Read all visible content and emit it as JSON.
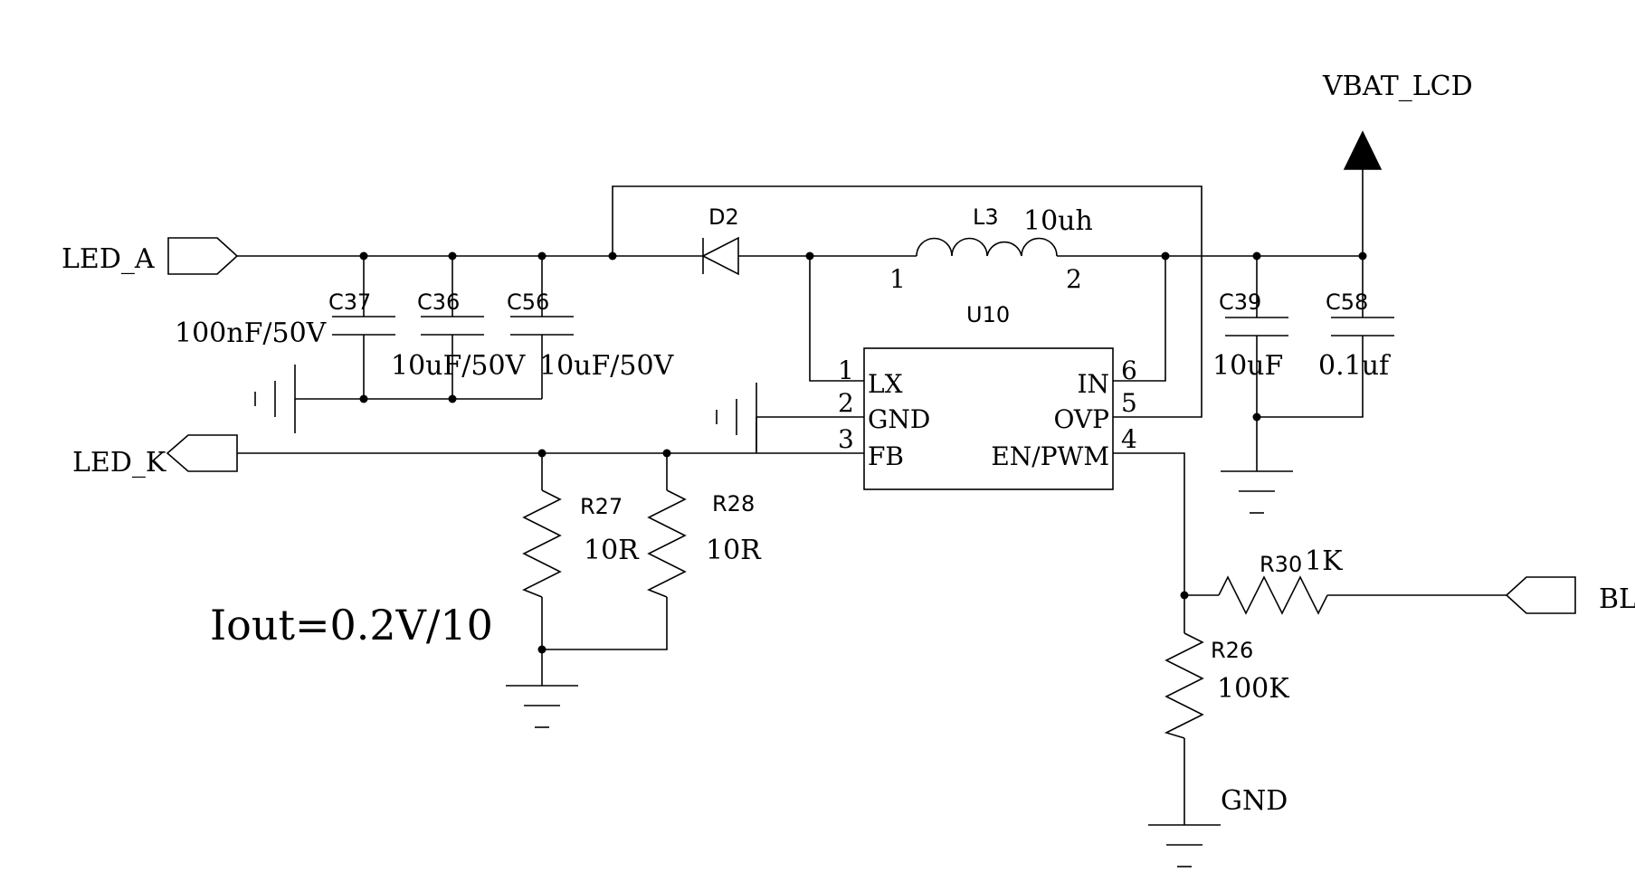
{
  "nets": {
    "led_a": "LED_A",
    "led_k": "LED_K",
    "vbat_lcd": "VBAT_LCD",
    "bl": "BL",
    "gnd": "GND"
  },
  "components": {
    "c37": {
      "ref": "C37",
      "value": "100nF/50V"
    },
    "c36": {
      "ref": "C36",
      "value": "10uF/50V"
    },
    "c56": {
      "ref": "C56",
      "value": "10uF/50V"
    },
    "d2": {
      "ref": "D2"
    },
    "l3": {
      "ref": "L3",
      "value": "10uh",
      "pin1": "1",
      "pin2": "2"
    },
    "c39": {
      "ref": "C39",
      "value": "10uF"
    },
    "c58": {
      "ref": "C58",
      "value": "0.1uf"
    },
    "u10": {
      "ref": "U10",
      "pins": {
        "lx": {
          "num": "1",
          "name": "LX"
        },
        "gnd": {
          "num": "2",
          "name": "GND"
        },
        "fb": {
          "num": "3",
          "name": "FB"
        },
        "en_pwm": {
          "num": "4",
          "name": "EN/PWM"
        },
        "ovp": {
          "num": "5",
          "name": "OVP"
        },
        "in": {
          "num": "6",
          "name": "IN"
        }
      }
    },
    "r27": {
      "ref": "R27",
      "value": "10R"
    },
    "r28": {
      "ref": "R28",
      "value": "10R"
    },
    "r30": {
      "ref": "R30",
      "value": "1K"
    },
    "r26": {
      "ref": "R26",
      "value": "100K"
    }
  },
  "annotation": "Iout=0.2V/10"
}
